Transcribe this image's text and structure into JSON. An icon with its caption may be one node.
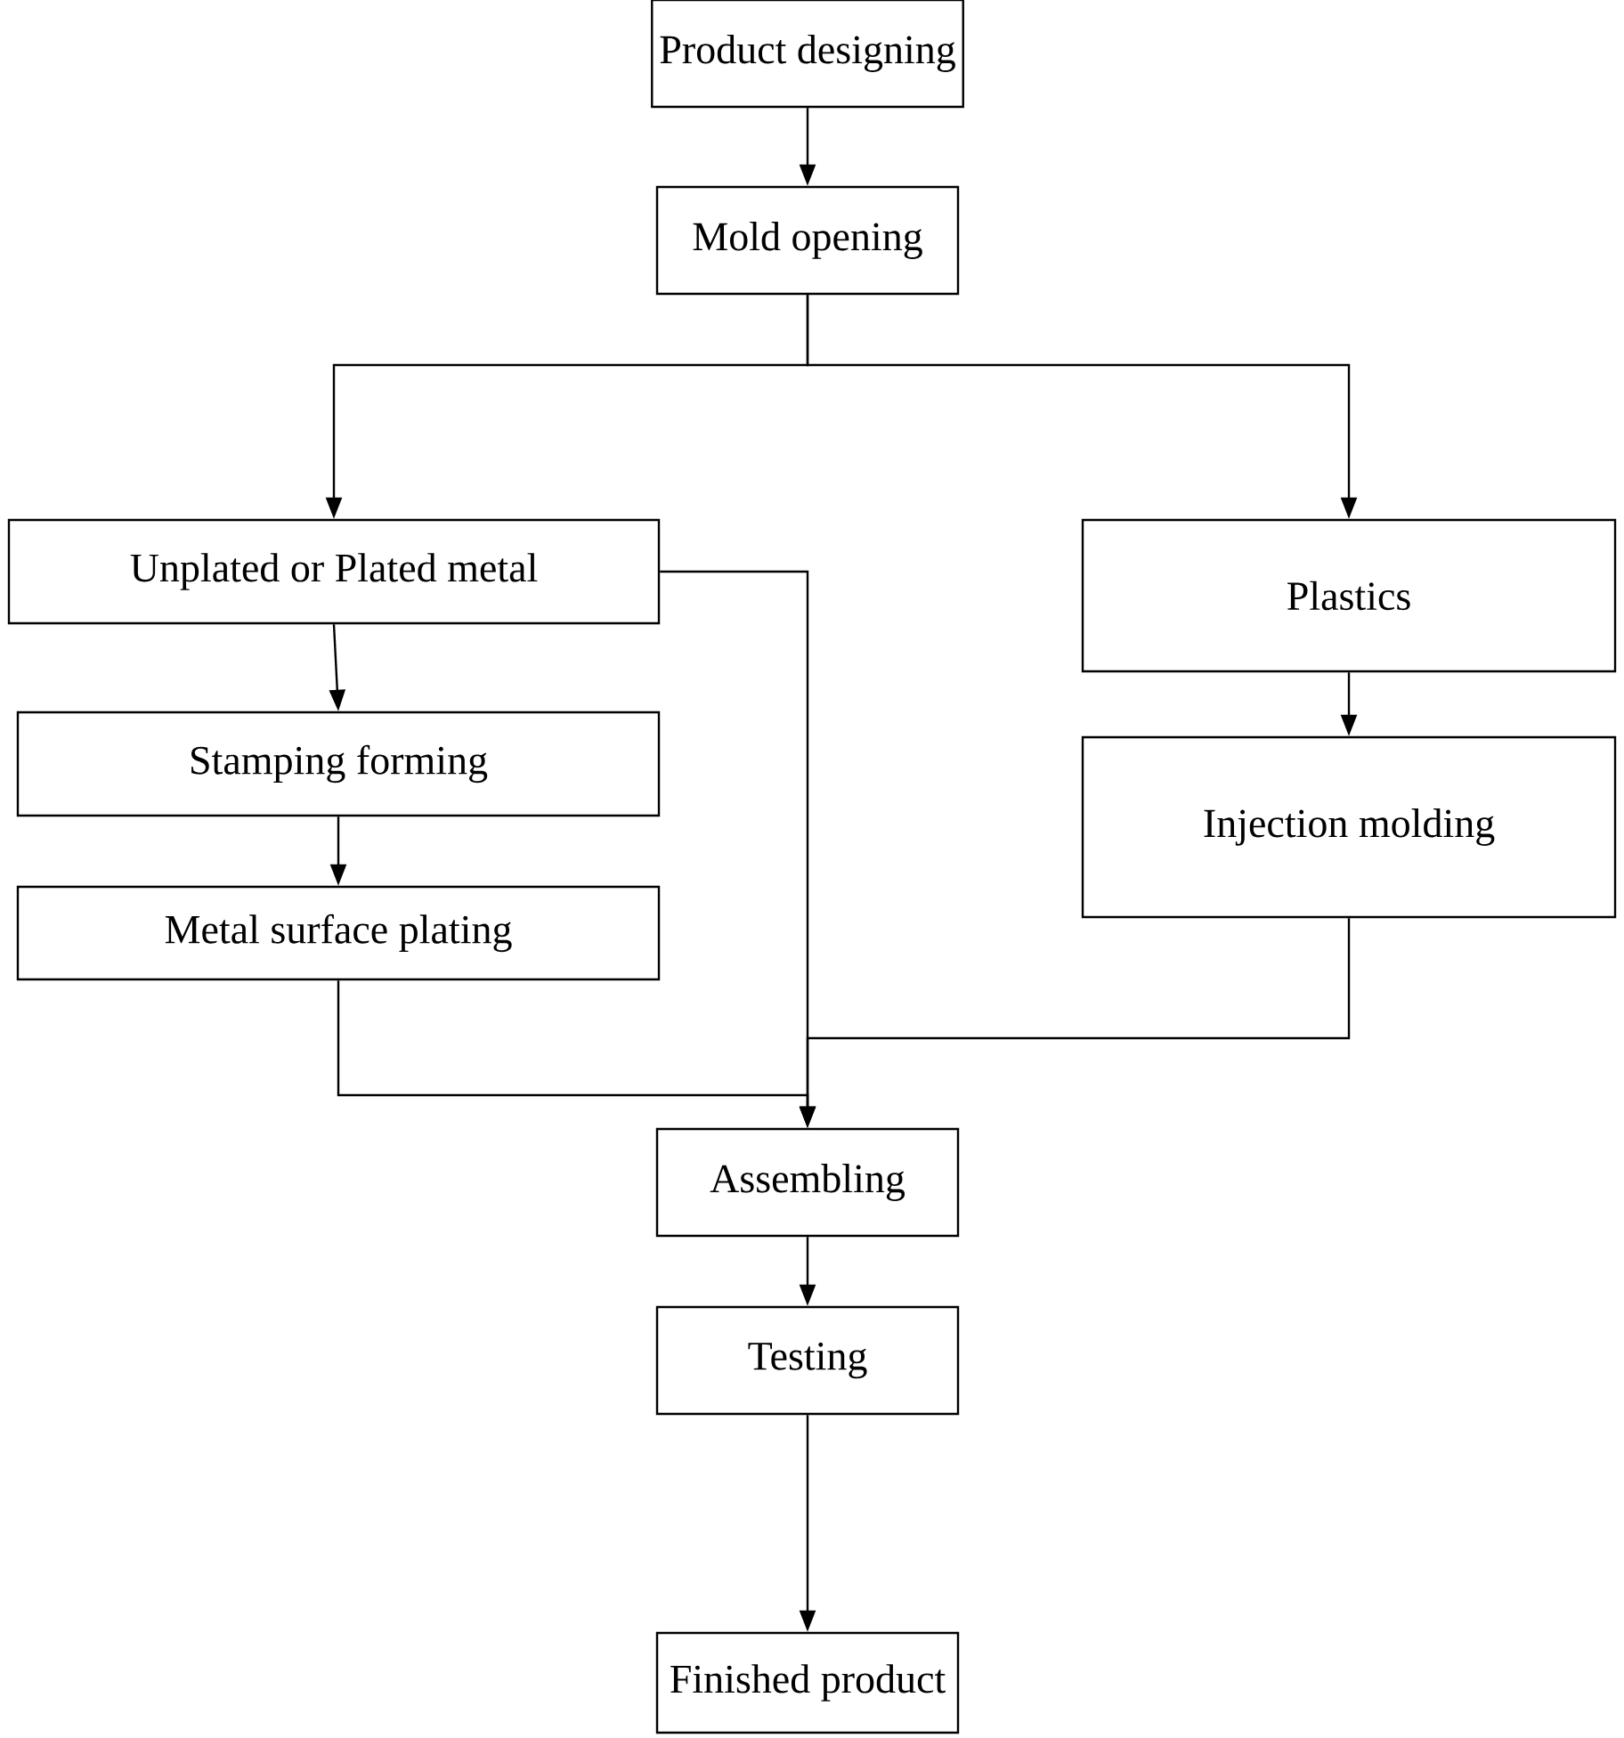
{
  "diagram": {
    "nodes": [
      {
        "text": [
          "Product designing"
        ]
      },
      {
        "text": [
          "Mold opening"
        ]
      },
      {
        "text": [
          "Unplated or Plated metal"
        ]
      },
      {
        "text": [
          "Plastics"
        ]
      },
      {
        "text": [
          "Stamping forming"
        ]
      },
      {
        "text": [
          "Injection molding"
        ]
      },
      {
        "text": [
          "Metal surface plating"
        ]
      },
      {
        "text": [
          "Assembling"
        ]
      },
      {
        "text": [
          "Testing"
        ]
      },
      {
        "text": [
          "Finished product"
        ]
      }
    ],
    "edges": [
      {
        "from": 0,
        "to": 1,
        "arrow": "to"
      },
      {
        "from": 1,
        "to": 2,
        "arrow": "to"
      },
      {
        "from": 1,
        "to": 3,
        "arrow": "to"
      },
      {
        "from": 2,
        "to": 4,
        "arrow": "to"
      },
      {
        "from": 4,
        "to": 6,
        "arrow": "to"
      },
      {
        "from": 3,
        "to": 5,
        "arrow": "to"
      },
      {
        "from": 2,
        "to": 7,
        "arrow": "to"
      },
      {
        "from": 6,
        "to": 7,
        "arrow": "to"
      },
      {
        "from": 5,
        "to": 7,
        "arrow": "to"
      },
      {
        "from": 7,
        "to": 8,
        "arrow": "to"
      },
      {
        "from": 8,
        "to": 9,
        "arrow": "to"
      }
    ]
  }
}
